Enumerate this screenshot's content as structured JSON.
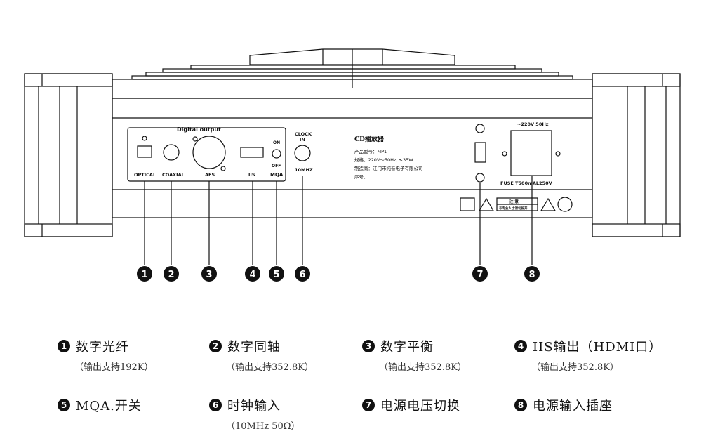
{
  "panel": {
    "digital_output": "Digital output",
    "optical": "OPTICAL",
    "coaxial": "COAXIAL",
    "aes": "AES",
    "iis": "IIS",
    "on": "ON",
    "off": "OFF",
    "mqa": "MQA",
    "clock_in_1": "CLOCK",
    "clock_in_2": "IN",
    "clock_freq": "10MHZ",
    "power_rating": "~220V 50Hz",
    "fuse": "FUSE T500mAL250V",
    "label_title": "CD播放器",
    "label_lines": [
      "产品型号：MP1",
      "规格：220V～50Hz, ≤35W",
      "制造商：江门市纯音电子有限公司",
      "序号："
    ],
    "warning_title": "注 意",
    "warning_text": "非专业人士请勿拆开"
  },
  "callouts": [
    "1",
    "2",
    "3",
    "4",
    "5",
    "6",
    "7",
    "8"
  ],
  "legend": [
    {
      "num": "1",
      "title": "数字光纤",
      "sub": "（输出支持192K）"
    },
    {
      "num": "2",
      "title": "数字同轴",
      "sub": "（输出支持352.8K）"
    },
    {
      "num": "3",
      "title": "数字平衡",
      "sub": "（输出支持352.8K）"
    },
    {
      "num": "4",
      "title": "IIS输出（HDMI口）",
      "sub": "（输出支持352.8K）"
    },
    {
      "num": "5",
      "title": "MQA.开关",
      "sub": ""
    },
    {
      "num": "6",
      "title": "时钟输入",
      "sub": "（10MHz 50Ω）"
    },
    {
      "num": "7",
      "title": "电源电压切换",
      "sub": ""
    },
    {
      "num": "8",
      "title": "电源输入插座",
      "sub": ""
    }
  ]
}
